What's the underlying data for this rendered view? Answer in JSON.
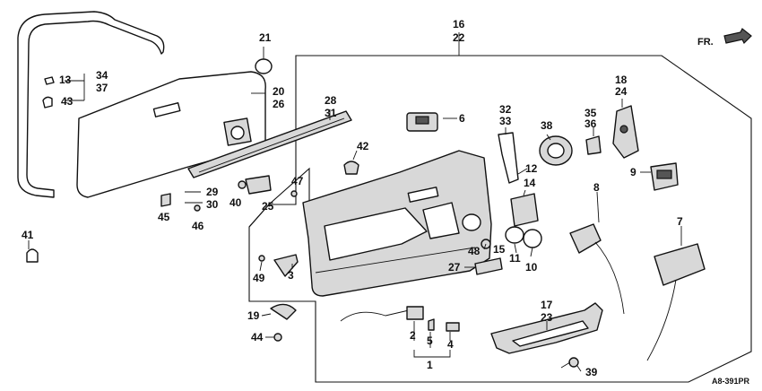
{
  "direction": {
    "label": "FR."
  },
  "diagram_code": "A8-391PR",
  "callouts": [
    {
      "key": "16",
      "text": "16"
    },
    {
      "key": "22",
      "text": "22"
    },
    {
      "key": "21",
      "text": "21"
    },
    {
      "key": "34",
      "text": "34"
    },
    {
      "key": "37",
      "text": "37"
    },
    {
      "key": "13",
      "text": "13"
    },
    {
      "key": "43",
      "text": "43"
    },
    {
      "key": "20",
      "text": "20"
    },
    {
      "key": "26",
      "text": "26"
    },
    {
      "key": "28",
      "text": "28"
    },
    {
      "key": "31",
      "text": "31"
    },
    {
      "key": "6",
      "text": "6"
    },
    {
      "key": "32",
      "text": "32"
    },
    {
      "key": "33",
      "text": "33"
    },
    {
      "key": "38",
      "text": "38"
    },
    {
      "key": "35",
      "text": "35"
    },
    {
      "key": "36",
      "text": "36"
    },
    {
      "key": "18",
      "text": "18"
    },
    {
      "key": "24",
      "text": "24"
    },
    {
      "key": "42",
      "text": "42"
    },
    {
      "key": "12",
      "text": "12"
    },
    {
      "key": "14",
      "text": "14"
    },
    {
      "key": "9",
      "text": "9"
    },
    {
      "key": "29",
      "text": "29"
    },
    {
      "key": "30",
      "text": "30"
    },
    {
      "key": "40",
      "text": "40"
    },
    {
      "key": "25",
      "text": "25"
    },
    {
      "key": "47",
      "text": "47"
    },
    {
      "key": "45",
      "text": "45"
    },
    {
      "key": "46",
      "text": "46"
    },
    {
      "key": "8",
      "text": "8"
    },
    {
      "key": "7",
      "text": "7"
    },
    {
      "key": "41",
      "text": "41"
    },
    {
      "key": "48",
      "text": "48"
    },
    {
      "key": "15",
      "text": "15"
    },
    {
      "key": "11",
      "text": "11"
    },
    {
      "key": "10",
      "text": "10"
    },
    {
      "key": "27",
      "text": "27"
    },
    {
      "key": "49",
      "text": "49"
    },
    {
      "key": "3",
      "text": "3"
    },
    {
      "key": "17",
      "text": "17"
    },
    {
      "key": "23",
      "text": "23"
    },
    {
      "key": "19",
      "text": "19"
    },
    {
      "key": "44",
      "text": "44"
    },
    {
      "key": "2",
      "text": "2"
    },
    {
      "key": "5",
      "text": "5"
    },
    {
      "key": "4",
      "text": "4"
    },
    {
      "key": "1",
      "text": "1"
    },
    {
      "key": "39",
      "text": "39"
    }
  ]
}
